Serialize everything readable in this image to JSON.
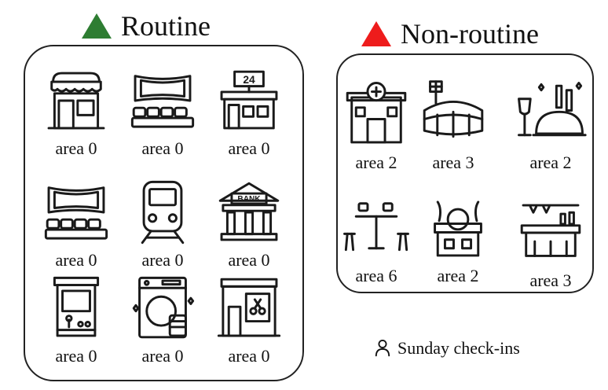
{
  "routine": {
    "title": "Routine",
    "marker_color": "#2e7d32",
    "venues": [
      {
        "icon": "bakery-storefront-icon",
        "label": "area 0"
      },
      {
        "icon": "cinema-screen-icon",
        "label": "area 0"
      },
      {
        "icon": "24-hour-store-icon",
        "label": "area 0"
      },
      {
        "icon": "cinema-screen-icon",
        "label": "area 0"
      },
      {
        "icon": "train-icon",
        "label": "area 0"
      },
      {
        "icon": "bank-icon",
        "label": "area 0"
      },
      {
        "icon": "arcade-machine-icon",
        "label": "area 0"
      },
      {
        "icon": "laundromat-icon",
        "label": "area 0"
      },
      {
        "icon": "barber-shop-icon",
        "label": "area 0"
      }
    ]
  },
  "nonroutine": {
    "title": "Non-routine",
    "marker_color": "#ee1c1c",
    "venues": [
      {
        "icon": "hospital-icon",
        "label": "area 2"
      },
      {
        "icon": "stadium-icon",
        "label": "area 3"
      },
      {
        "icon": "fine-dining-icon",
        "label": "area 2"
      },
      {
        "icon": "cafe-table-icon",
        "label": "area 6"
      },
      {
        "icon": "bowling-alley-icon",
        "label": "area 2"
      },
      {
        "icon": "bar-counter-icon",
        "label": "area 3"
      }
    ]
  },
  "legend": {
    "icon": "person-icon",
    "label": "Sunday check-ins"
  }
}
